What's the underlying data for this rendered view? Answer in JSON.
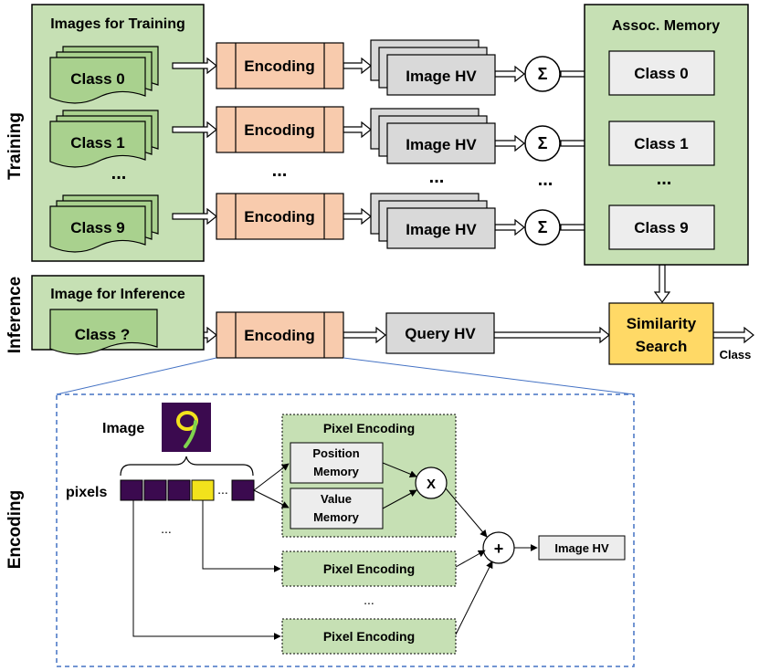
{
  "side_labels": {
    "training": "Training",
    "inference": "Inference",
    "encoding": "Encoding"
  },
  "training_panel": {
    "title": "Images for Training",
    "classes": [
      "Class 0",
      "Class 1",
      "Class 9"
    ],
    "ellipsis": "..."
  },
  "encoding": {
    "label": "Encoding",
    "ellipsis": "..."
  },
  "image_hv": {
    "label": "Image HV",
    "ellipsis": "..."
  },
  "sum": {
    "symbol": "Σ",
    "ellipsis": "..."
  },
  "assoc_memory": {
    "title": "Assoc. Memory",
    "classes": [
      "Class 0",
      "Class 1",
      "Class 9"
    ],
    "ellipsis": "..."
  },
  "inference_panel": {
    "title": "Image for Inference",
    "class_label": "Class ?"
  },
  "query_hv": {
    "label": "Query HV"
  },
  "similarity_search": {
    "line1": "Similarity",
    "line2": "Search",
    "output_label": "Class"
  },
  "encoding_detail": {
    "image_label": "Image",
    "pixels_label": "pixels",
    "pixel_dots": "...",
    "pixel_encoding_title": "Pixel Encoding",
    "position_memory": [
      "Position",
      "Memory"
    ],
    "value_memory": [
      "Value",
      "Memory"
    ],
    "multiply_symbol": "X",
    "plus_symbol": "+",
    "output_label": "Image HV",
    "pixel_encoding_label": "Pixel Encoding",
    "ellipsis": "...",
    "ellipsis_rows": "..."
  },
  "colors": {
    "panel_green": "#c6e0b4",
    "class_green": "#a9d18e",
    "encoding_orange": "#f8cbad",
    "hv_gray": "#d9d9d9",
    "memory_gray": "#ededed",
    "search_yellow": "#ffd966",
    "zoom_blue": "#4472c4",
    "pixel_purple": "#3b0a4f",
    "pixel_yellow": "#f2e21c"
  }
}
